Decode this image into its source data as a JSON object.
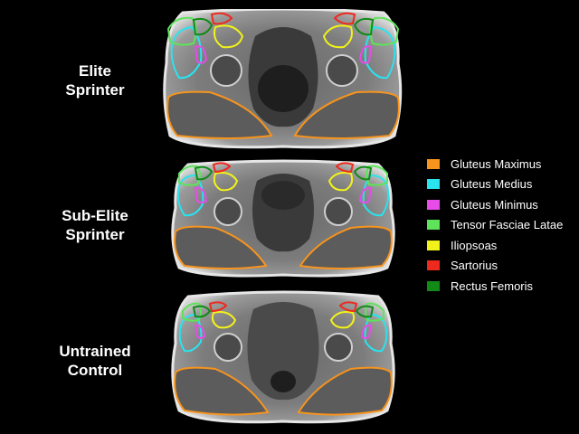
{
  "groups": [
    {
      "label_line1": "Elite",
      "label_line2": "Sprinter"
    },
    {
      "label_line1": "Sub-Elite",
      "label_line2": "Sprinter"
    },
    {
      "label_line1": "Untrained",
      "label_line2": "Control"
    }
  ],
  "legend": [
    {
      "label": "Gluteus Maximus",
      "color": "#f7941d"
    },
    {
      "label": "Gluteus Medius",
      "color": "#29e3ef"
    },
    {
      "label": "Gluteus Minimus",
      "color": "#e74be8"
    },
    {
      "label": "Tensor Fasciae Latae",
      "color": "#5fe35a"
    },
    {
      "label": "Iliopsoas",
      "color": "#f2f21a"
    },
    {
      "label": "Sartorius",
      "color": "#ee2a1f"
    },
    {
      "label": "Rectus Femoris",
      "color": "#118a17"
    }
  ]
}
